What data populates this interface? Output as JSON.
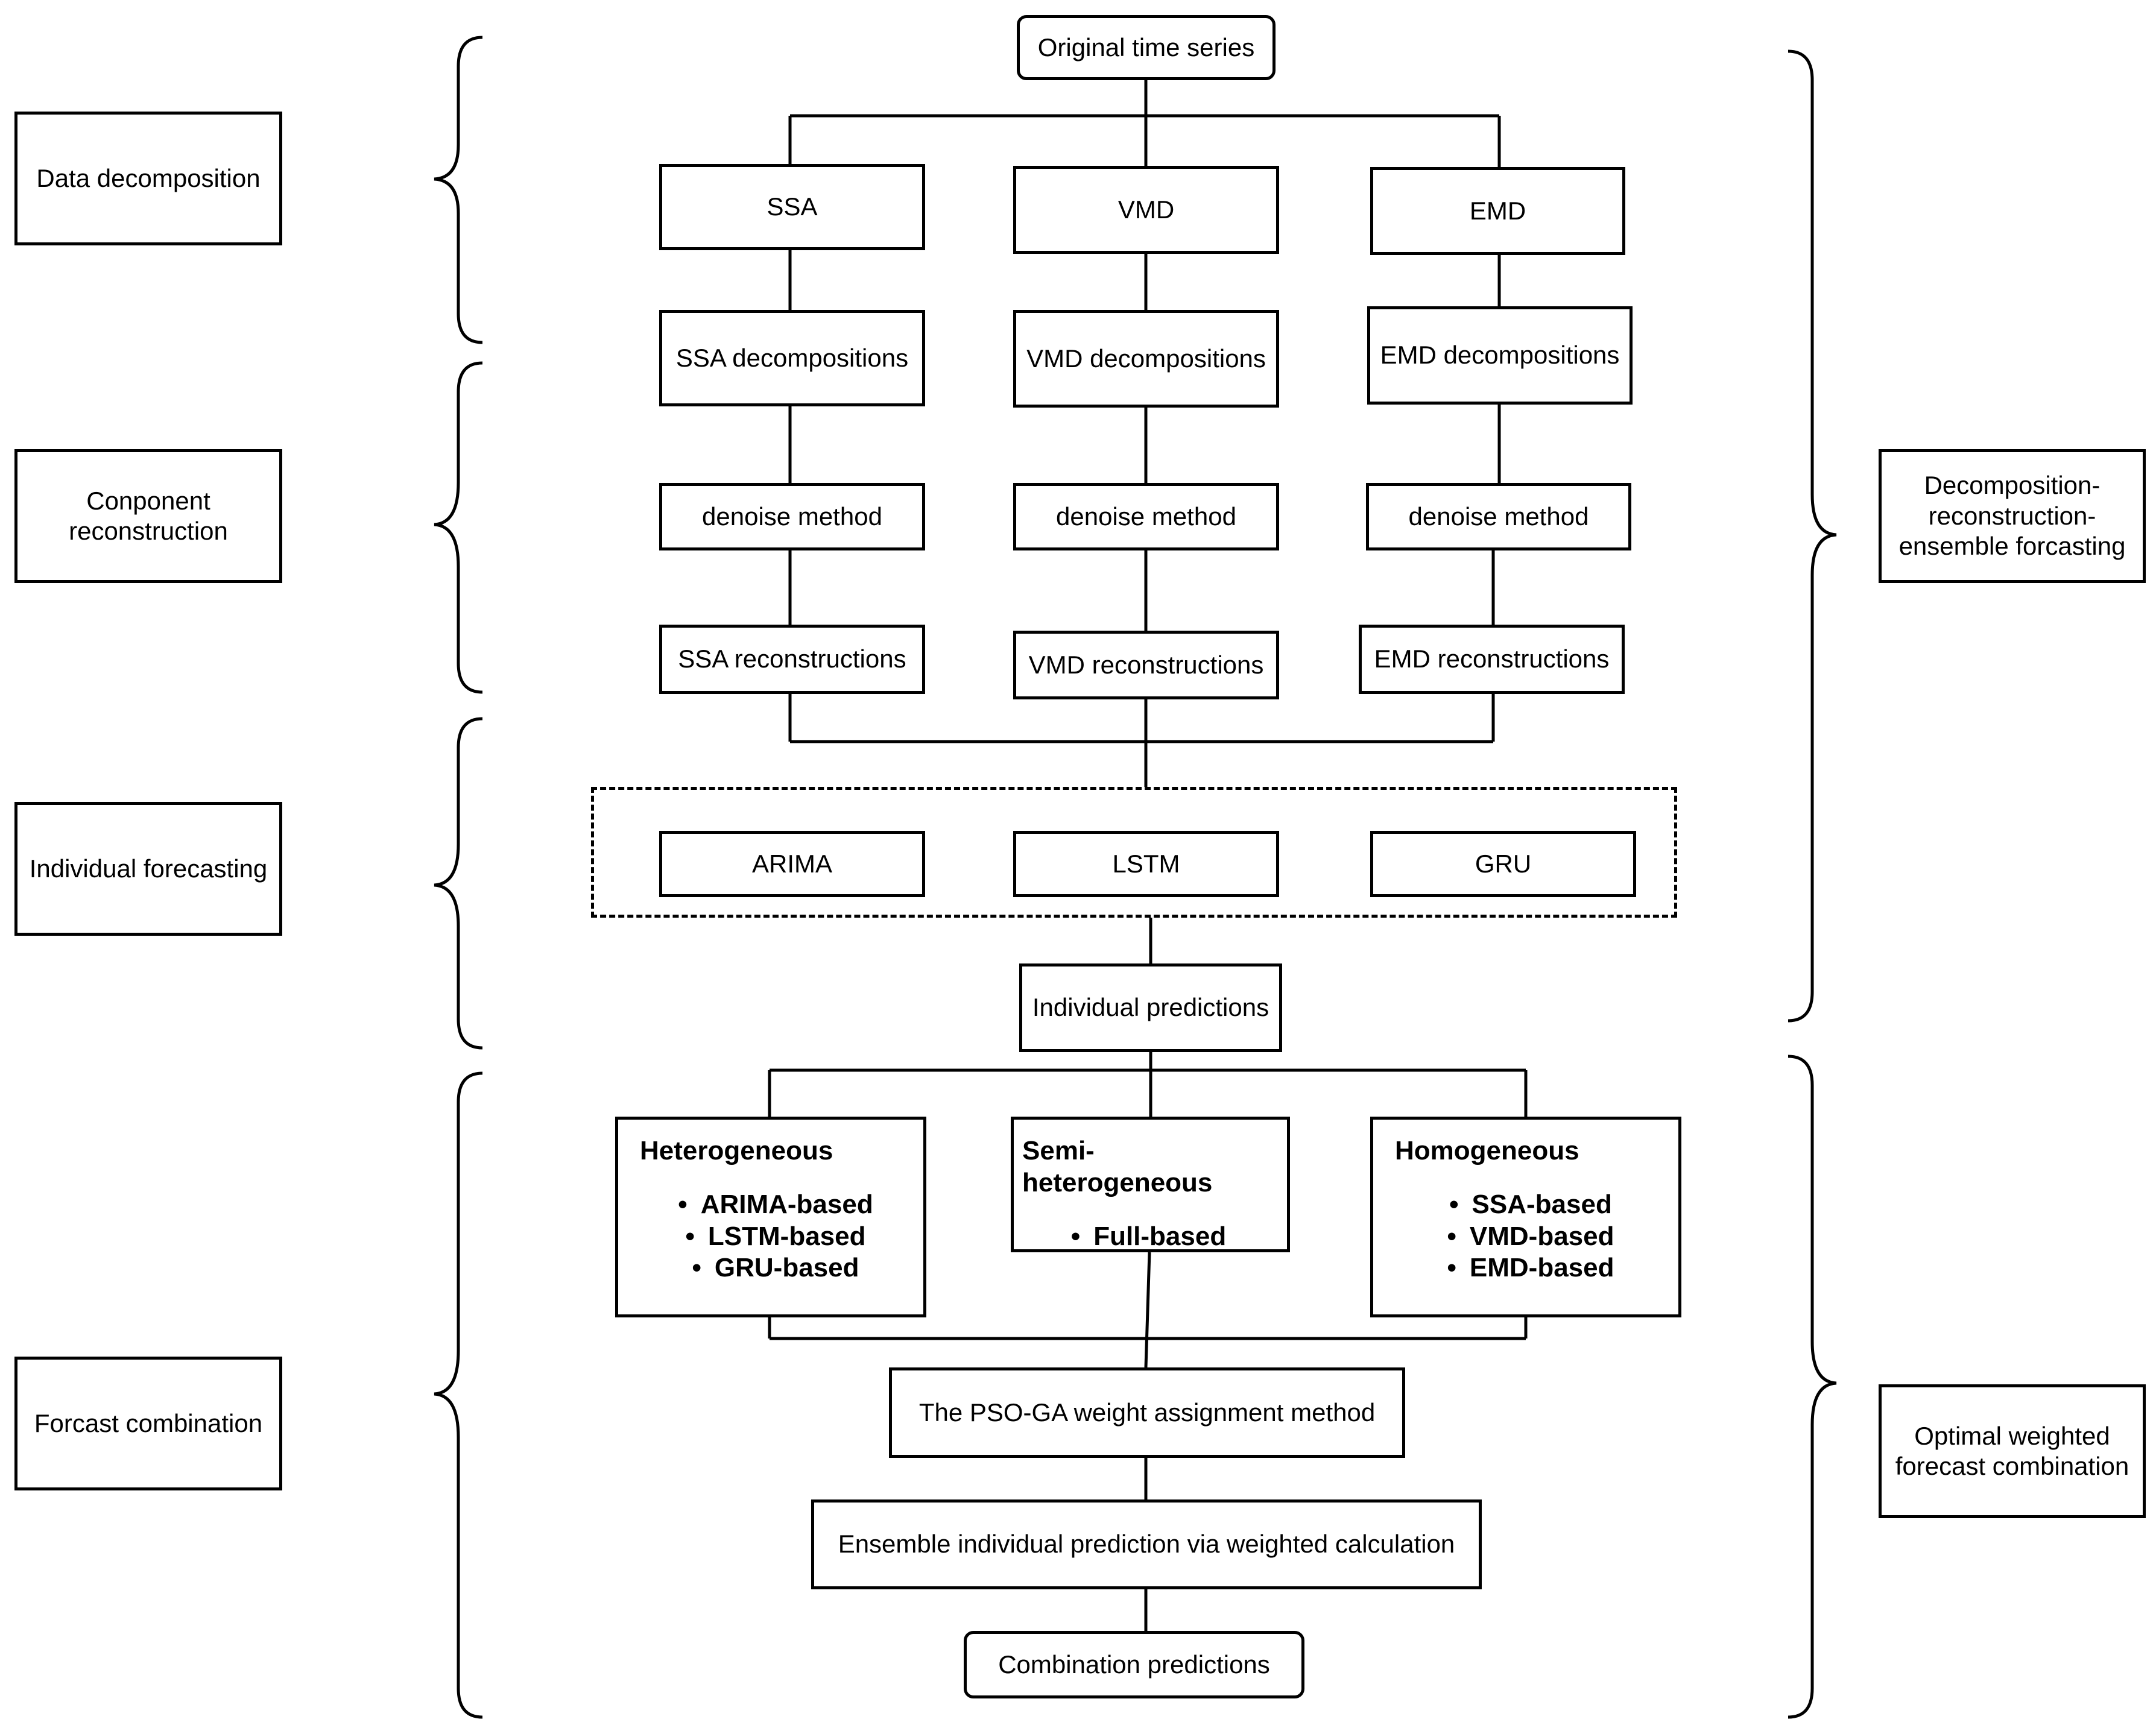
{
  "stages": {
    "data_decomposition": "Data decomposition",
    "component_reconstruction": "Conponent reconstruction",
    "individual_forecasting": "Individual forecasting",
    "forecast_combination": "Forcast combination"
  },
  "frameworks": {
    "decomposition": "Decomposition-reconstruction-ensemble forcasting",
    "optimal": "Optimal weighted forecast combination"
  },
  "nodes": {
    "original": "Original time series",
    "ssa": "SSA",
    "vmd": "VMD",
    "emd": "EMD",
    "ssa_decomp": "SSA decompositions",
    "vmd_decomp": "VMD decompositions",
    "emd_decomp": "EMD decompositions",
    "denoise_1": "denoise method",
    "denoise_2": "denoise method",
    "denoise_3": "denoise method",
    "ssa_recon": "SSA reconstructions",
    "vmd_recon": "VMD  reconstructions",
    "emd_recon": "EMD  reconstructions",
    "arima": "ARIMA",
    "lstm": "LSTM",
    "gru": "GRU",
    "individual_predictions": "Individual predictions",
    "pso_ga": "The PSO-GA weight assignment method",
    "ensemble": "Ensemble individual prediction via weighted calculation",
    "combination_predictions": "Combination predictions"
  },
  "combination_groups": {
    "heterogeneous": {
      "title": "Heterogeneous",
      "items": [
        "ARIMA-based",
        "LSTM-based",
        "GRU-based"
      ]
    },
    "semi": {
      "title": "Semi-heterogeneous",
      "items": [
        "Full-based"
      ]
    },
    "homogeneous": {
      "title": "Homogeneous",
      "items": [
        "SSA-based",
        "VMD-based",
        "EMD-based"
      ]
    }
  }
}
